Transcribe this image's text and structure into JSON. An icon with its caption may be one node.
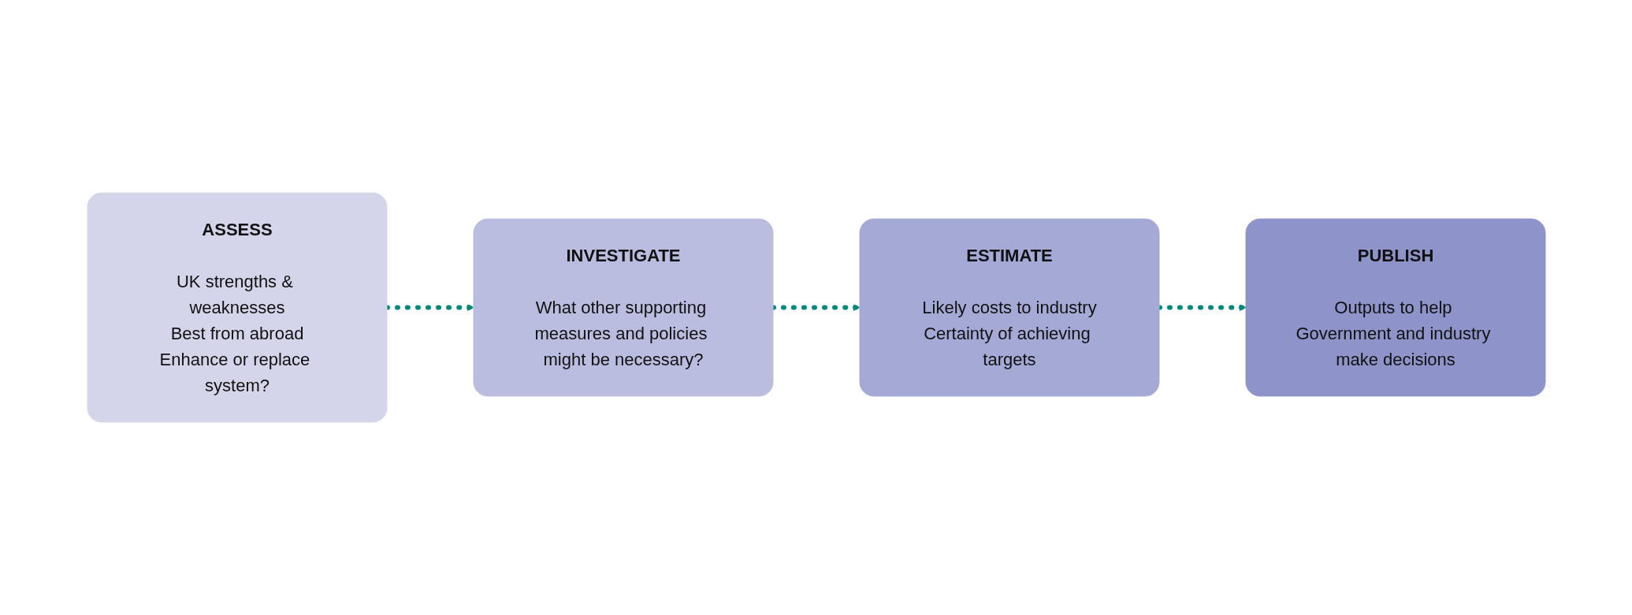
{
  "diagram": {
    "nodes": [
      {
        "text": [
          "ASSESS",
          "UK strengths & weaknesses",
          "Best from abroad",
          "Enhance or replace system?"
        ]
      },
      {
        "text": [
          "INVESTIGATE",
          "What other supporting measures and policies might be necessary?"
        ]
      },
      {
        "text": [
          "ESTIMATE",
          "Likely costs to industry",
          "Certainty of achieving targets"
        ]
      },
      {
        "text": [
          "PUBLISH",
          "Outputs to help Government and industry make decisions"
        ]
      }
    ],
    "edges": [
      {
        "from": 0,
        "to": 1,
        "arrow": "to",
        "style": "dashed"
      },
      {
        "from": 1,
        "to": 2,
        "arrow": "to",
        "style": "dashed"
      },
      {
        "from": 2,
        "to": 3,
        "arrow": "to",
        "style": "dashed"
      }
    ]
  }
}
